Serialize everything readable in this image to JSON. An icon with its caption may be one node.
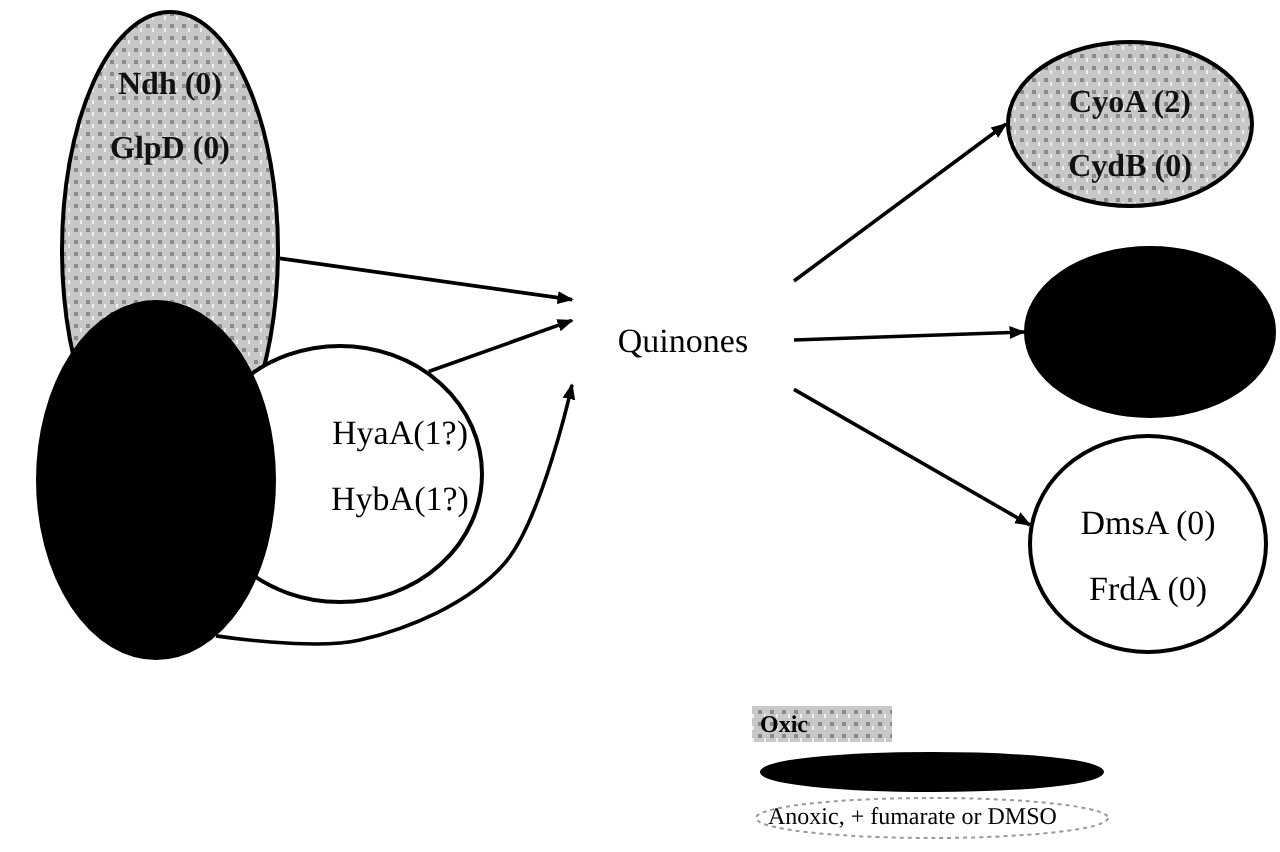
{
  "diagram": {
    "nodes": [
      {
        "text": [
          "Ndh (0)",
          "GlpD (0)"
        ]
      },
      {
        "text": [],
        "shape": "ellipse"
      },
      {
        "text": [
          "HyaA(1?)",
          "HybA(1?)"
        ]
      },
      {
        "text": [
          "Quinones"
        ]
      },
      {
        "text": [
          "CyoA (2)",
          "CydB (0)"
        ]
      },
      {
        "text": [],
        "shape": "ellipse"
      },
      {
        "text": [
          "DmsA (0)",
          "FrdA (0)"
        ]
      },
      {
        "text": [],
        "shape": "ellipse"
      }
    ],
    "edges": [
      {
        "from": 0,
        "to": 3,
        "arrow": "to"
      },
      {
        "from": 2,
        "to": 3,
        "arrow": "to"
      },
      {
        "from": 1,
        "to": 3,
        "arrow": "to"
      },
      {
        "from": 3,
        "to": 4,
        "arrow": "to"
      },
      {
        "from": 3,
        "to": 5,
        "arrow": "to"
      },
      {
        "from": 3,
        "to": 6,
        "arrow": "to"
      }
    ],
    "legend": [
      {
        "text": "Oxic"
      },
      {
        "text": "Anoxic, + fumarate or DMSO"
      }
    ]
  }
}
